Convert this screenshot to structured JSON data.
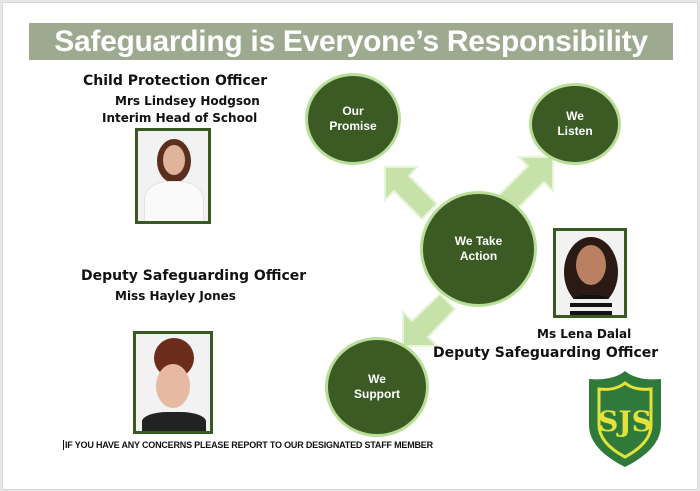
{
  "title": "Safeguarding is Everyone’s Responsibility",
  "colors": {
    "banner_bg": "#9daa8f",
    "circle_fill": "#3b5a24",
    "circle_border": "#b8de98",
    "arrow_fill": "#c6e2a8",
    "photo_border": "#3a5a23",
    "crest_green": "#2f7a3a",
    "crest_yellow": "#e3e23a"
  },
  "child_protection": {
    "role": "Child Protection Officer",
    "name": "Mrs Lindsey Hodgson",
    "position": "Interim Head of School"
  },
  "deputy_left": {
    "role": "Deputy Safeguarding Officer",
    "name": "Miss Hayley Jones"
  },
  "deputy_right": {
    "name": "Ms Lena Dalal",
    "role": "Deputy Safeguarding Officer"
  },
  "diagram": {
    "center": "We Take Action",
    "nodes": [
      "Our Promise",
      "We Listen",
      "We Support"
    ]
  },
  "footer": "IF YOU HAVE ANY CONCERNS PLEASE REPORT TO OUR DESIGNATED STAFF MEMBER",
  "crest": {
    "letters": "SJS",
    "icon": "school-crest-icon"
  }
}
